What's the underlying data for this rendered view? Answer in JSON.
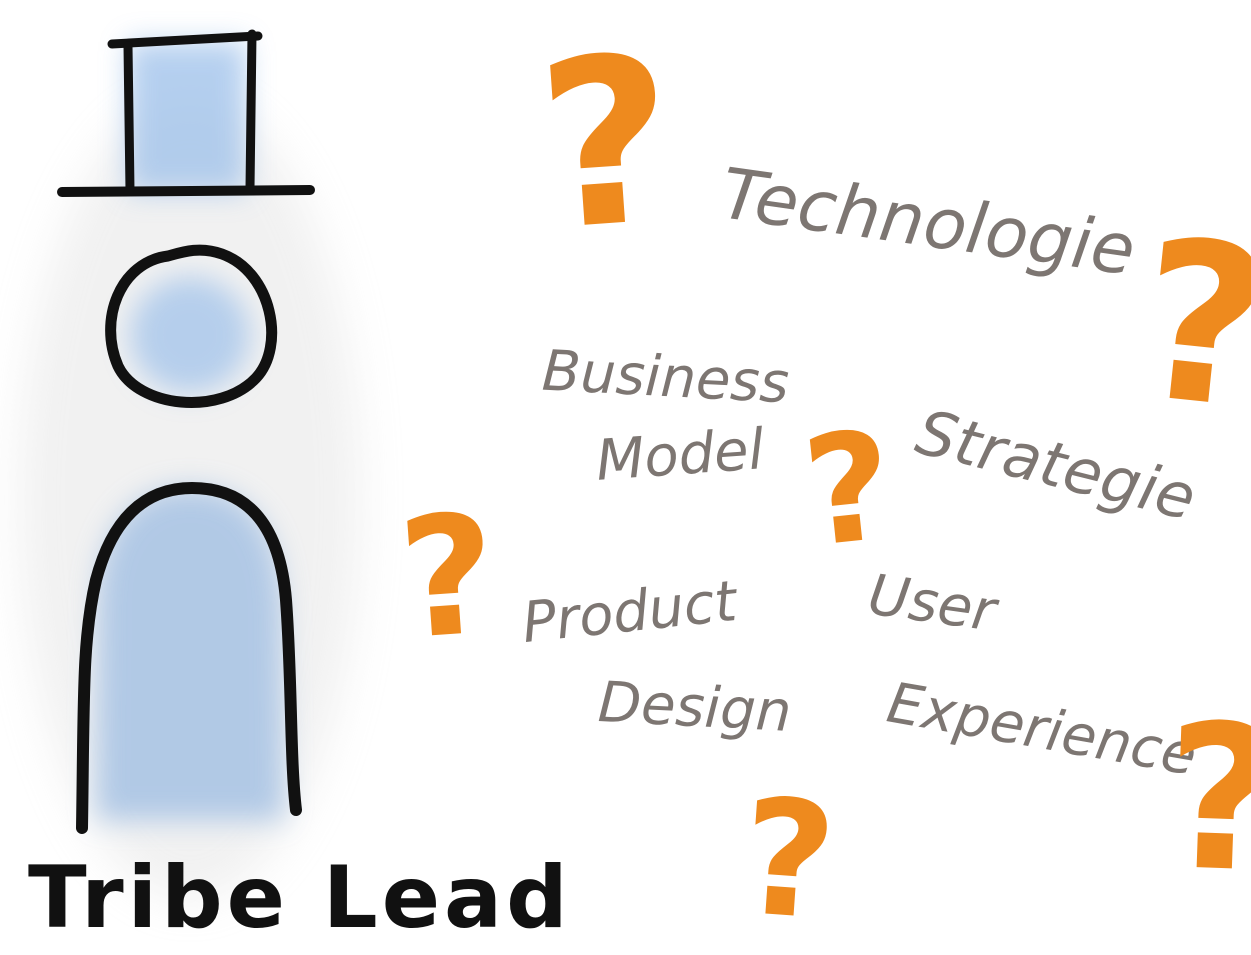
{
  "caption": "Tribe Lead",
  "topics": {
    "technology": "Technologie",
    "business_line1": "Business",
    "business_line2": "Model",
    "strategy": "Strategie",
    "product_line1": "Product",
    "product_line2": "Design",
    "ux_line1": "User",
    "ux_line2": "Experience"
  },
  "question_mark": "?",
  "colors": {
    "question_mark": "#EE8A1E",
    "topic_text": "#7D7672",
    "outline": "#111111",
    "fill_blue": "#8FB4E0"
  }
}
